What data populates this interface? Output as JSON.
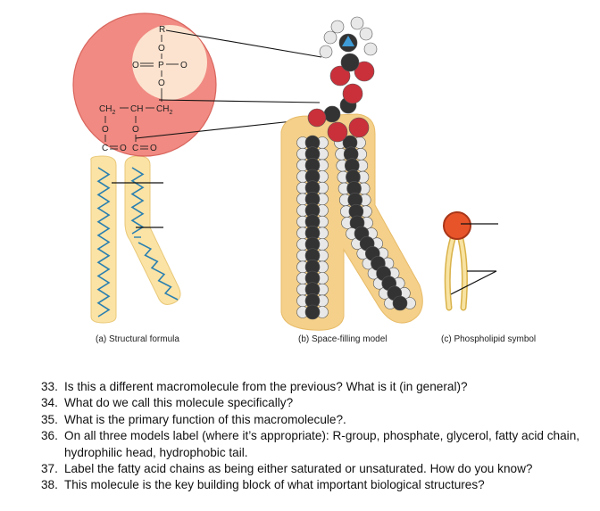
{
  "figure": {
    "head_formula": {
      "r_group": "R",
      "phosphate_o_top": "O",
      "phosphate_o_left": "O",
      "phosphate_p": "P",
      "phosphate_o_right": "O",
      "phosphate_o_bottom": "O",
      "glycerol_left": "CH",
      "glycerol_left_sub": "2",
      "glycerol_mid": "CH",
      "glycerol_right": "CH",
      "glycerol_right_sub": "2",
      "ester_o_left": "O",
      "ester_o_mid": "O",
      "carbonyl_left_c": "C",
      "carbonyl_left_o": "O",
      "carbonyl_mid_c": "C",
      "carbonyl_mid_o": "O"
    },
    "captions": {
      "structural": "(a) Structural formula",
      "space_filling": "(b) Space-filling model",
      "symbol": "(c) Phospholipid symbol"
    },
    "colors": {
      "head_circle": "#f08a82",
      "head_inner": "#fce3cf",
      "tail_fill": "#fbe3a5",
      "tail_line": "#2a7fb0",
      "oxygen": "#c9303a",
      "carbon": "#333333",
      "hydrogen": "#e8e8e8",
      "phosphorus": "#3e9bd6",
      "symbol_head": "#e8542a"
    }
  },
  "questions": [
    {
      "num": "33.",
      "text": "Is this a different macromolecule from the previous? What is it (in general)?"
    },
    {
      "num": "34.",
      "text": "What do we call this molecule specifically?"
    },
    {
      "num": "35.",
      "text": "What is the primary function of this macromolecule?."
    },
    {
      "num": "36.",
      "text": "On all three models label (where it’s appropriate): R-group, phosphate, glycerol, fatty acid chain, hydrophilic head, hydrophobic tail."
    },
    {
      "num": "37.",
      "text": "Label the fatty acid chains as being either saturated or unsaturated. How do you know?"
    },
    {
      "num": "38.",
      "text": "This molecule is the key building block of what important biological structures?"
    }
  ]
}
